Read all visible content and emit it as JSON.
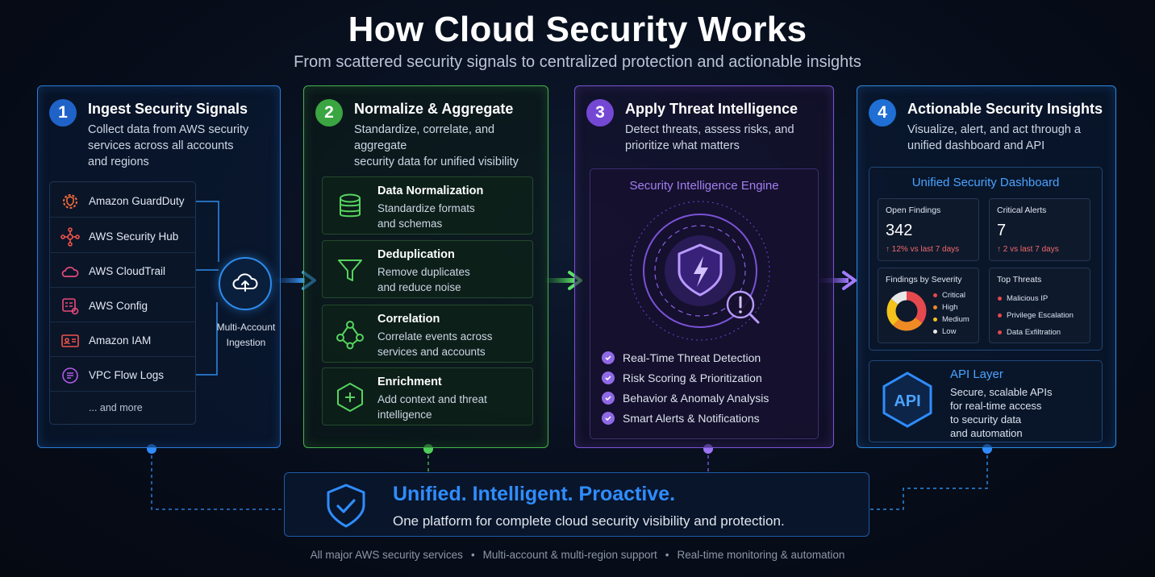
{
  "header": {
    "title": "How Cloud Security Works",
    "subtitle": "From scattered security signals to centralized protection and actionable insights"
  },
  "colors": {
    "blue": "#2a7bd8",
    "green": "#45b34a",
    "purple": "#7a52d6",
    "accent_blue": "#2f8dff"
  },
  "steps": [
    {
      "num": "1",
      "title": "Ingest Security Signals",
      "desc": "Collect data from AWS security\nservices across all accounts\nand regions"
    },
    {
      "num": "2",
      "title": "Normalize & Aggregate",
      "desc": "Standardize, correlate, and aggregate\nsecurity data for unified visibility"
    },
    {
      "num": "3",
      "title": "Apply Threat Intelligence",
      "desc": "Detect threats, assess risks, and\nprioritize what matters"
    },
    {
      "num": "4",
      "title": "Actionable Security Insights",
      "desc": "Visualize, alert, and act through a\nunified dashboard and API"
    }
  ],
  "ingest": {
    "services": [
      {
        "label": "Amazon GuardDuty",
        "icon": "guardduty-icon"
      },
      {
        "label": "AWS Security Hub",
        "icon": "security-hub-icon"
      },
      {
        "label": "AWS CloudTrail",
        "icon": "cloudtrail-icon"
      },
      {
        "label": "AWS Config",
        "icon": "config-icon"
      },
      {
        "label": "Amazon IAM",
        "icon": "iam-icon"
      },
      {
        "label": "VPC Flow Logs",
        "icon": "vpc-flow-logs-icon"
      }
    ],
    "more": "... and more",
    "hub_label": "Multi-Account\nIngestion"
  },
  "normalize": {
    "cards": [
      {
        "title": "Data Normalization",
        "desc": "Standardize formats\nand schemas",
        "icon": "database-icon"
      },
      {
        "title": "Deduplication",
        "desc": "Remove duplicates\nand reduce noise",
        "icon": "filter-icon"
      },
      {
        "title": "Correlation",
        "desc": "Correlate events across\nservices and accounts",
        "icon": "network-icon"
      },
      {
        "title": "Enrichment",
        "desc": "Add context and threat\nintelligence",
        "icon": "hexagon-plus-icon"
      }
    ]
  },
  "engine": {
    "title": "Security Intelligence Engine",
    "checks": [
      "Real-Time Threat Detection",
      "Risk Scoring & Prioritization",
      "Behavior & Anomaly Analysis",
      "Smart Alerts & Notifications"
    ]
  },
  "dashboard": {
    "title": "Unified Security Dashboard",
    "open_findings": {
      "label": "Open Findings",
      "value": "342",
      "trend": "↑ 12% vs last 7 days"
    },
    "critical_alerts": {
      "label": "Critical Alerts",
      "value": "7",
      "trend": "↑ 2 vs last 7 days"
    },
    "severity": {
      "label": "Findings by Severity",
      "items": [
        {
          "label": "Critical",
          "color": "#e5484d"
        },
        {
          "label": "High",
          "color": "#f08a24"
        },
        {
          "label": "Medium",
          "color": "#f5c21b"
        },
        {
          "label": "Low",
          "color": "#e8e8e8"
        }
      ]
    },
    "top_threats": {
      "label": "Top Threats",
      "items": [
        "Malicious IP",
        "Privilege Escalation",
        "Data Exfiltration"
      ]
    }
  },
  "api": {
    "icon_text": "API",
    "title": "API Layer",
    "desc": "Secure, scalable APIs\nfor real-time access\nto security data\nand automation"
  },
  "banner": {
    "title": "Unified. Intelligent. Proactive.",
    "subtitle": "One platform for complete cloud security visibility and protection."
  },
  "footer": [
    "All major AWS security services",
    "Multi-account & multi-region support",
    "Real-time monitoring & automation"
  ]
}
